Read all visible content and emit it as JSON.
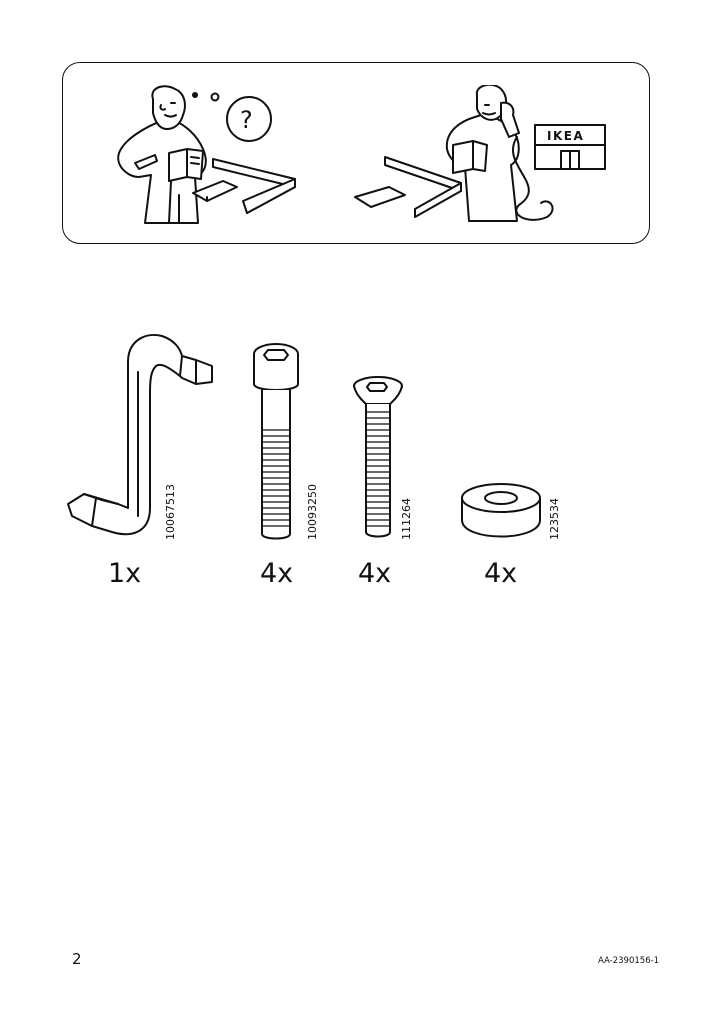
{
  "help_panel": {
    "left_scene": "confused-person-with-instructions",
    "right_scene": "person-calling-ikea-store",
    "question_mark": "?",
    "store_sign": "IKEA"
  },
  "parts": [
    {
      "icon": "allen-key-icon",
      "article_number": "10067513",
      "quantity": "1x"
    },
    {
      "icon": "socket-cap-bolt-icon",
      "article_number": "10093250",
      "quantity": "4x"
    },
    {
      "icon": "countersunk-screw-icon",
      "article_number": "111264",
      "quantity": "4x"
    },
    {
      "icon": "washer-icon",
      "article_number": "123534",
      "quantity": "4x"
    }
  ],
  "footer": {
    "page_number": "2",
    "document_code": "AA-2390156-1"
  }
}
